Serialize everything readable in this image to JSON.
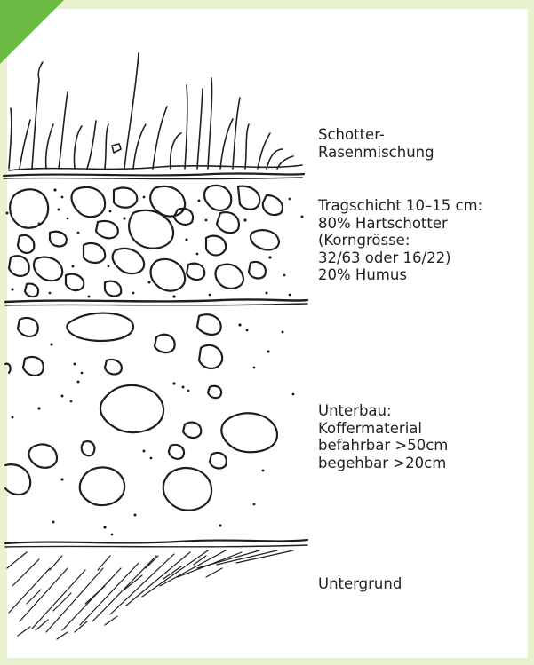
{
  "layers": [
    {
      "id": "turf",
      "label": "Schotter-\nRasenmischung"
    },
    {
      "id": "base",
      "label": "Tragschicht 10–15 cm:\n80% Hartschotter\n(Korngrösse:\n32/63 oder 16/22)\n20% Humus"
    },
    {
      "id": "subbase",
      "label": "Unterbau:\nKoffermaterial\nbefahrbar >50cm\nbegehbar >20cm"
    },
    {
      "id": "subsoil",
      "label": "Untergrund"
    }
  ],
  "colors": {
    "frame": "#e8f2cf",
    "corner_accent": "#6dba45",
    "ink": "#222222"
  }
}
